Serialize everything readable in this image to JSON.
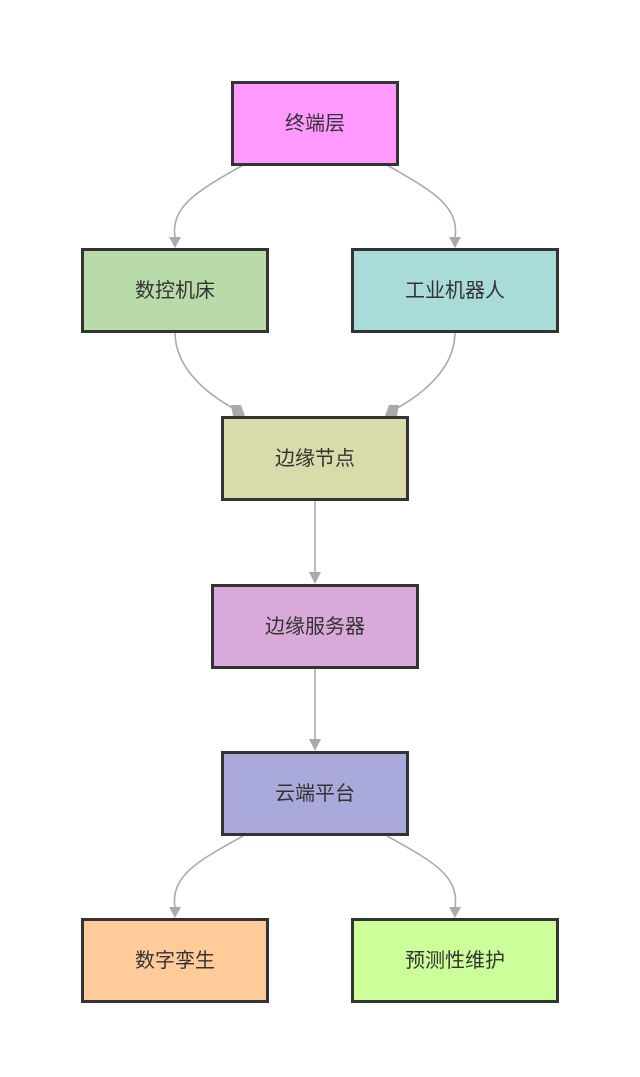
{
  "nodes": {
    "terminal": {
      "label": "终端层",
      "color": "#ff99ff"
    },
    "cnc": {
      "label": "数控机床",
      "color": "#b9dba9"
    },
    "robot": {
      "label": "工业机器人",
      "color": "#a9dbd9"
    },
    "edge_node": {
      "label": "边缘节点",
      "color": "#d9dbab"
    },
    "edge_server": {
      "label": "边缘服务器",
      "color": "#d9a9d9"
    },
    "cloud": {
      "label": "云端平台",
      "color": "#a9a9db"
    },
    "twin": {
      "label": "数字孪生",
      "color": "#ffcc99"
    },
    "maintenance": {
      "label": "预测性维护",
      "color": "#ccff99"
    }
  },
  "edges": [
    {
      "from": "terminal",
      "to": "cnc"
    },
    {
      "from": "terminal",
      "to": "robot"
    },
    {
      "from": "cnc",
      "to": "edge_node"
    },
    {
      "from": "robot",
      "to": "edge_node"
    },
    {
      "from": "edge_node",
      "to": "edge_server"
    },
    {
      "from": "edge_server",
      "to": "cloud"
    },
    {
      "from": "cloud",
      "to": "twin"
    },
    {
      "from": "cloud",
      "to": "maintenance"
    }
  ]
}
